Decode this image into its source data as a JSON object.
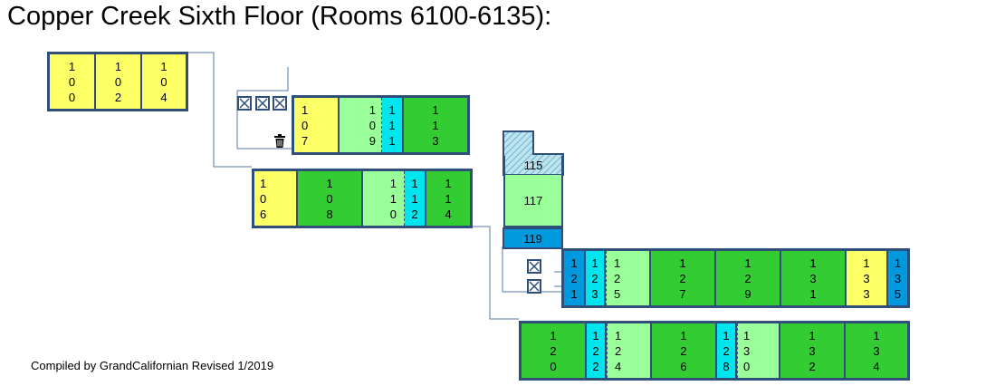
{
  "title": "Copper Creek Sixth Floor (Rooms 6100-6135):",
  "credit": "Compiled by GrandCalifornian  Revised 1/2019",
  "colors": {
    "yellow": "#ffff66",
    "green": "#33cc33",
    "light_green": "#99ff99",
    "cyan": "#00e5ee",
    "blue": "#0099dd",
    "outline": "#2f4f7a",
    "line": "#5577aa"
  },
  "rooms": {
    "r100": "100",
    "r102": "102",
    "r104": "104",
    "r107": "107",
    "r109": "109",
    "r111": "111",
    "r113": "113",
    "r106": "106",
    "r108": "108",
    "r110": "110",
    "r112": "112",
    "r114": "114",
    "r115": "115",
    "r117": "117",
    "r119": "119",
    "r121": "121",
    "r123": "123",
    "r125": "125",
    "r127": "127",
    "r129": "129",
    "r131": "131",
    "r133": "133",
    "r135": "135",
    "r120": "120",
    "r122": "122",
    "r124": "124",
    "r126": "126",
    "r128": "128",
    "r130": "130",
    "r132": "132",
    "r134": "134"
  },
  "icons": [
    "closed-box-icon",
    "trash-icon"
  ]
}
